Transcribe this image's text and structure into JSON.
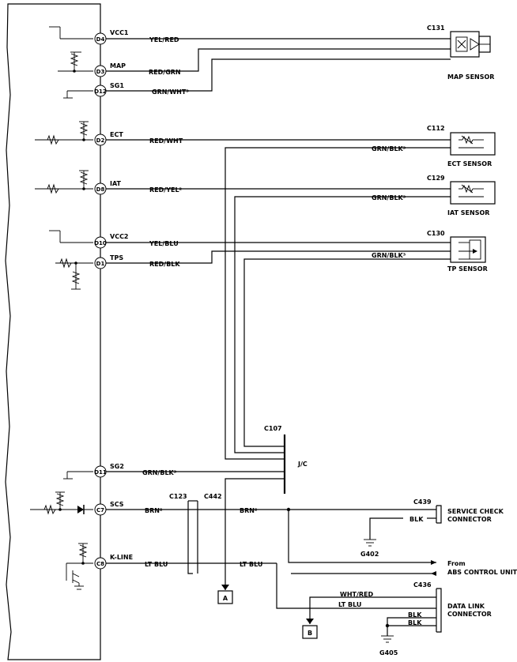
{
  "ecu_pins": [
    {
      "id": "D4",
      "signal": "VCC1",
      "wire": "YEL/RED"
    },
    {
      "id": "D3",
      "signal": "MAP",
      "wire": "RED/GRN"
    },
    {
      "id": "D12",
      "signal": "SG1",
      "wire": "GRN/WHT³"
    },
    {
      "id": "D2",
      "signal": "ECT",
      "wire": "RED/WHT"
    },
    {
      "id": "D8",
      "signal": "IAT",
      "wire": "RED/YEL²"
    },
    {
      "id": "D10",
      "signal": "VCC2",
      "wire": "YEL/BLU"
    },
    {
      "id": "D1",
      "signal": "TPS",
      "wire": "RED/BLK"
    },
    {
      "id": "D11",
      "signal": "SG2",
      "wire": "GRN/BLK³"
    },
    {
      "id": "C7",
      "signal": "SCS",
      "wire": "BRN²"
    },
    {
      "id": "C8",
      "signal": "K-LINE",
      "wire": "LT BLU"
    }
  ],
  "sensors": [
    {
      "connector": "C131",
      "name": "MAP SENSOR"
    },
    {
      "connector": "C112",
      "name": "ECT SENSOR",
      "ground_wire": "GRN/BLK³"
    },
    {
      "connector": "C129",
      "name": "IAT SENSOR",
      "ground_wire": "GRN/BLK³"
    },
    {
      "connector": "C130",
      "name": "TP SENSOR",
      "ground_wire": "GRN/BLK³"
    }
  ],
  "junction": {
    "connector": "C107",
    "label": "J/C"
  },
  "inline_connectors": {
    "c123": "C123",
    "c442": "C442"
  },
  "mid_wires": {
    "brn": "BRN²",
    "ltblu": "LT BLU"
  },
  "service_check": {
    "connector": "C439",
    "name_line1": "SERVICE CHECK",
    "name_line2": "CONNECTOR",
    "wire": "BLK",
    "ground": "G402"
  },
  "abs": {
    "line1": "From",
    "line2": "ABS CONTROL UNIT"
  },
  "data_link": {
    "connector": "C436",
    "name_line1": "DATA LINK",
    "name_line2": "CONNECTOR",
    "wire1": "WHT/RED",
    "wire2": "LT BLU",
    "wire3": "BLK",
    "wire4": "BLK",
    "ground": "G405"
  },
  "refs": {
    "a": "A",
    "b": "B"
  }
}
